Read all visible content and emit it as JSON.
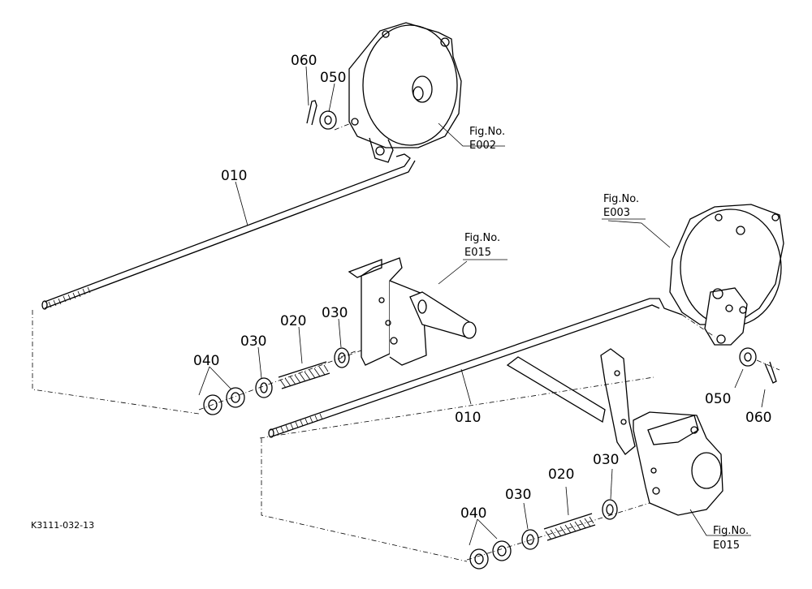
{
  "diagram": {
    "doc_number": "K3111-032-13",
    "part_labels": {
      "rod_upper": "010",
      "rod_lower": "010",
      "spring_upper": "020",
      "spring_lower": "020",
      "washer_upper_right": "030",
      "washer_upper_left": "030",
      "washer_lower_right": "030",
      "washer_lower_left": "030",
      "nuts_upper": "040",
      "nuts_lower": "040",
      "washer_top": "050",
      "washer_right": "050",
      "pin_top": "060",
      "pin_right": "060"
    },
    "figure_refs": {
      "e002": {
        "line1": "Fig.No.",
        "line2": "E002"
      },
      "e003": {
        "line1": "Fig.No.",
        "line2": "E003"
      },
      "e015_upper": {
        "line1": "Fig.No.",
        "line2": "E015"
      },
      "e015_lower": {
        "line1": "Fig.No.",
        "line2": "E015"
      }
    }
  }
}
